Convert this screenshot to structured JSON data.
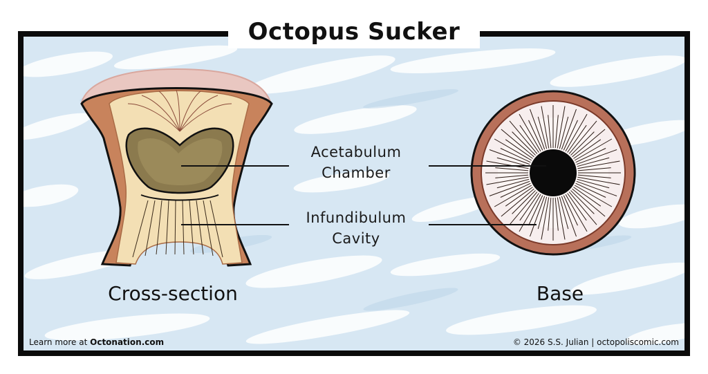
{
  "title": "Octopus Sucker",
  "labels": {
    "acetabulum_line1": "Acetabulum",
    "acetabulum_line2": "Chamber",
    "infundibulum_line1": "Infundibulum",
    "infundibulum_line2": "Cavity"
  },
  "captions": {
    "left": "Cross-section",
    "right": "Base"
  },
  "footer": {
    "left_prefix": "Learn more at ",
    "left_link": "Octonation.com",
    "right": "© 2026 S.S. Julian  |  octopoliscomic.com"
  },
  "colors": {
    "frame": "#0b0b0b",
    "background": "#dbe9f4",
    "flesh_outer": "#c8835c",
    "flesh_inner": "#f3dfb4",
    "chamber": "#8b7a4e",
    "base_rim": "#b8705a",
    "base_center": "#0a0a0a"
  }
}
